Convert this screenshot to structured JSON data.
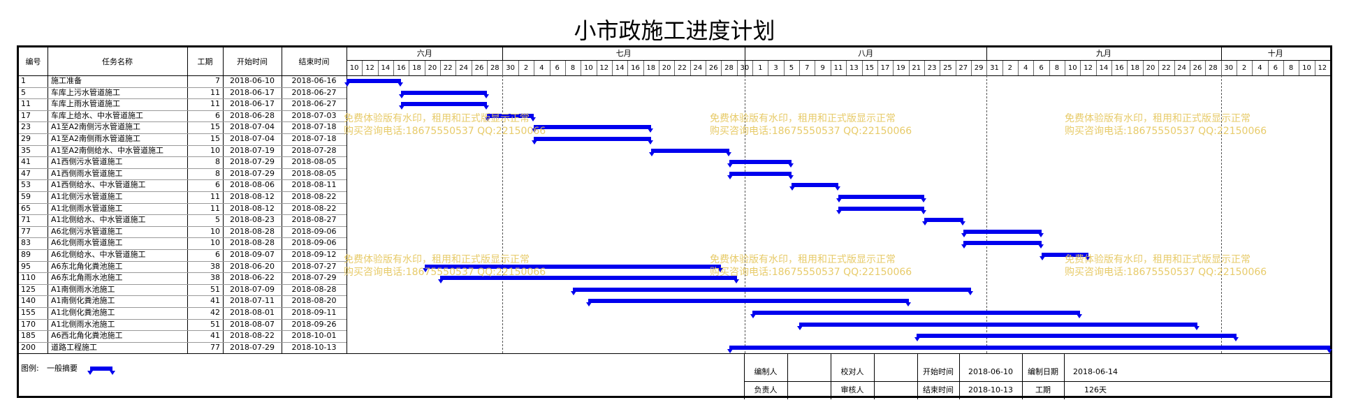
{
  "title": "小市政施工进度计划",
  "header": {
    "col_id": "编号",
    "col_name": "任务名称",
    "col_duration": "工期",
    "col_start": "开始时间",
    "col_end": "结束时间"
  },
  "timeline": {
    "months": [
      {
        "label": "六月",
        "start": "2018-06-10",
        "end": "2018-06-30"
      },
      {
        "label": "七月",
        "start": "2018-06-30",
        "end": "2018-07-31"
      },
      {
        "label": "八月",
        "start": "2018-07-31",
        "end": "2018-08-31"
      },
      {
        "label": "九月",
        "start": "2018-08-31",
        "end": "2018-09-30"
      },
      {
        "label": "十月",
        "start": "2018-09-30",
        "end": "2018-10-14"
      }
    ],
    "days": [
      "10",
      "12",
      "14",
      "16",
      "18",
      "20",
      "22",
      "24",
      "26",
      "28",
      "30",
      "2",
      "4",
      "6",
      "8",
      "10",
      "12",
      "14",
      "16",
      "18",
      "20",
      "22",
      "24",
      "26",
      "28",
      "30",
      "1",
      "3",
      "5",
      "7",
      "9",
      "11",
      "13",
      "15",
      "17",
      "19",
      "21",
      "23",
      "25",
      "27",
      "29",
      "31",
      "2",
      "4",
      "6",
      "8",
      "10",
      "12",
      "14",
      "16",
      "18",
      "20",
      "22",
      "24",
      "26",
      "28",
      "30",
      "2",
      "4",
      "6",
      "8",
      "10",
      "12"
    ],
    "start": "2018-06-10",
    "end": "2018-10-14"
  },
  "tasks": [
    {
      "id": "1",
      "name": "施工准备",
      "duration": "7",
      "start": "2018-06-10",
      "end": "2018-06-16"
    },
    {
      "id": "5",
      "name": "车库上污水管道施工",
      "duration": "11",
      "start": "2018-06-17",
      "end": "2018-06-27"
    },
    {
      "id": "11",
      "name": "车库上雨水管道施工",
      "duration": "11",
      "start": "2018-06-17",
      "end": "2018-06-27"
    },
    {
      "id": "17",
      "name": "车库上给水、中水管道施工",
      "duration": "6",
      "start": "2018-06-28",
      "end": "2018-07-03"
    },
    {
      "id": "23",
      "name": "A1至A2南侧污水管道施工",
      "duration": "15",
      "start": "2018-07-04",
      "end": "2018-07-18"
    },
    {
      "id": "29",
      "name": "A1至A2南侧雨水管道施工",
      "duration": "15",
      "start": "2018-07-04",
      "end": "2018-07-18"
    },
    {
      "id": "35",
      "name": "A1至A2南侧给水、中水管道施工",
      "duration": "10",
      "start": "2018-07-19",
      "end": "2018-07-28"
    },
    {
      "id": "41",
      "name": "A1西侧污水管道施工",
      "duration": "8",
      "start": "2018-07-29",
      "end": "2018-08-05"
    },
    {
      "id": "47",
      "name": "A1西侧雨水管道施工",
      "duration": "8",
      "start": "2018-07-29",
      "end": "2018-08-05"
    },
    {
      "id": "53",
      "name": "A1西侧给水、中水管道施工",
      "duration": "6",
      "start": "2018-08-06",
      "end": "2018-08-11"
    },
    {
      "id": "59",
      "name": "A1北侧污水管道施工",
      "duration": "11",
      "start": "2018-08-12",
      "end": "2018-08-22"
    },
    {
      "id": "65",
      "name": "A1北侧雨水管道施工",
      "duration": "11",
      "start": "2018-08-12",
      "end": "2018-08-22"
    },
    {
      "id": "71",
      "name": "A1北侧给水、中水管道施工",
      "duration": "5",
      "start": "2018-08-23",
      "end": "2018-08-27"
    },
    {
      "id": "77",
      "name": "A6北侧污水管道施工",
      "duration": "10",
      "start": "2018-08-28",
      "end": "2018-09-06"
    },
    {
      "id": "83",
      "name": "A6北侧雨水管道施工",
      "duration": "10",
      "start": "2018-08-28",
      "end": "2018-09-06"
    },
    {
      "id": "89",
      "name": "A6北侧给水、中水管道施工",
      "duration": "6",
      "start": "2018-09-07",
      "end": "2018-09-12"
    },
    {
      "id": "95",
      "name": "A6东北角化粪池施工",
      "duration": "38",
      "start": "2018-06-20",
      "end": "2018-07-27"
    },
    {
      "id": "110",
      "name": "A6东北角雨水池施工",
      "duration": "38",
      "start": "2018-06-22",
      "end": "2018-07-29"
    },
    {
      "id": "125",
      "name": "A1南侧雨水池施工",
      "duration": "51",
      "start": "2018-07-09",
      "end": "2018-08-28"
    },
    {
      "id": "140",
      "name": "A1南侧化粪池施工",
      "duration": "41",
      "start": "2018-07-11",
      "end": "2018-08-20"
    },
    {
      "id": "155",
      "name": "A1北侧化粪池施工",
      "duration": "42",
      "start": "2018-08-01",
      "end": "2018-09-11"
    },
    {
      "id": "170",
      "name": "A1北侧雨水池施工",
      "duration": "51",
      "start": "2018-08-07",
      "end": "2018-09-26"
    },
    {
      "id": "185",
      "name": "A6西北角化粪池施工",
      "duration": "41",
      "start": "2018-08-22",
      "end": "2018-10-01"
    },
    {
      "id": "200",
      "name": "道路工程施工",
      "duration": "77",
      "start": "2018-07-29",
      "end": "2018-10-13"
    }
  ],
  "legend": {
    "label": "图例:",
    "item": "一般摘要"
  },
  "footer": {
    "compiler_label": "编制人",
    "compiler_value": "",
    "checker_label": "校对人",
    "checker_value": "",
    "start_label": "开始时间",
    "start_value": "2018-06-10",
    "date_label": "编制日期",
    "date_value": "2018-06-14",
    "manager_label": "负责人",
    "manager_value": "",
    "reviewer_label": "审核人",
    "reviewer_value": "",
    "end_label": "结束时间",
    "end_value": "2018-10-13",
    "duration_label": "工期",
    "duration_value": "126天"
  },
  "watermark": {
    "line1": "免费体验版有水印，租用和正式版显示正常",
    "line2": "购买咨询电话:18675550537 QQ:22150066"
  },
  "colors": {
    "bar": "#0000ee",
    "watermark": "#e6c75e"
  }
}
